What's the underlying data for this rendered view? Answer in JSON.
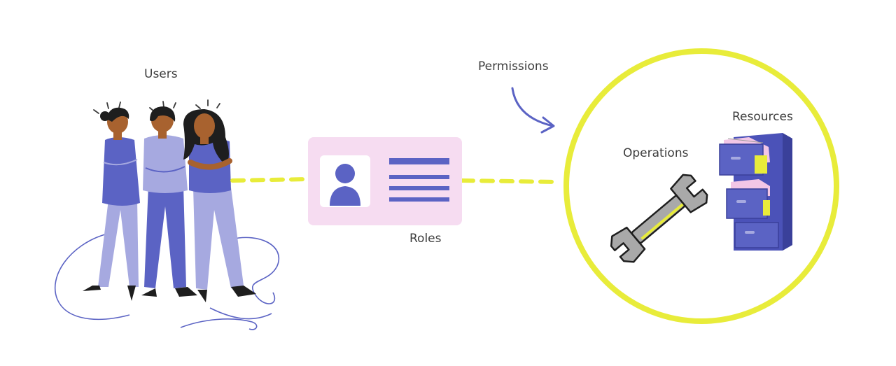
{
  "labels": {
    "users": "Users",
    "roles": "Roles",
    "permissions": "Permissions",
    "operations": "Operations",
    "resources": "Resources"
  },
  "colors": {
    "accent_yellow": "#e8ec3a",
    "purple": "#5b63c4",
    "lavender": "#a6a9e0",
    "skin": "#a8622f",
    "card_pink": "#f6dcf1",
    "wrench_gray": "#a9a9a9"
  },
  "icons": {
    "people": "users-group-icon",
    "card": "id-card-icon",
    "wrench": "wrench-icon",
    "cabinet": "filing-cabinet-icon"
  }
}
